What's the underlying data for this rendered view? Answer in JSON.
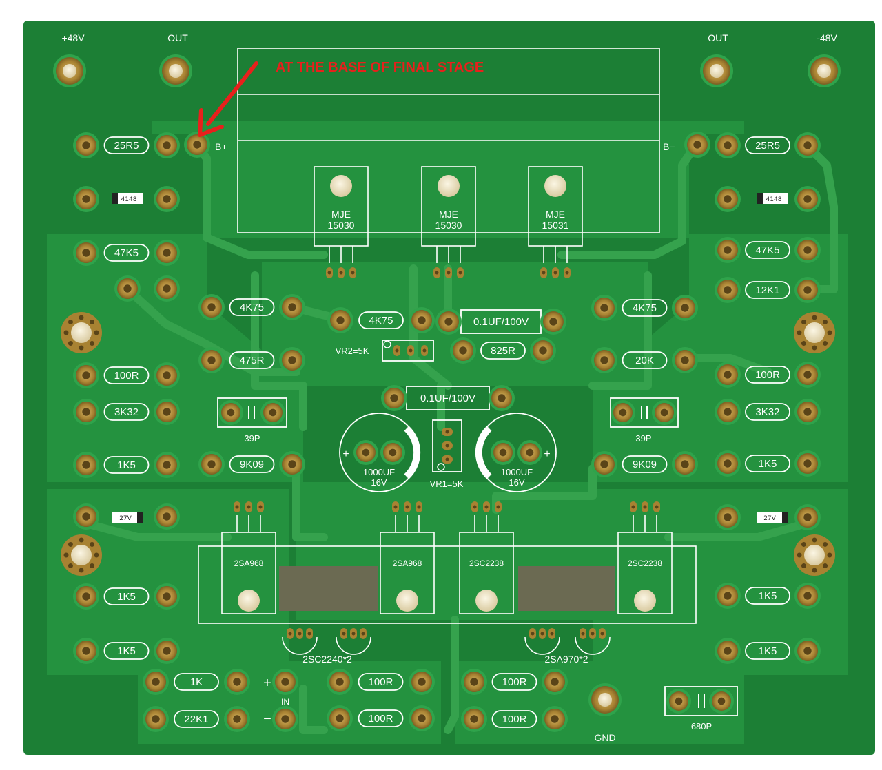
{
  "annotation": {
    "text": "AT THE BASE OF FINAL STAGE",
    "color": "#e8201c"
  },
  "colors": {
    "board": "#1f8a3a",
    "copper": "#2a9a44",
    "trace": "#34a04c",
    "silkscreen": "#ffffff",
    "pad_gold": "#b08a3c",
    "pad_hole": "#f2e8c8"
  },
  "terminals": {
    "plus48v": "+48V",
    "out_left": "OUT",
    "out_right": "OUT",
    "minus48v": "-48V",
    "gnd": "GND",
    "in": "IN",
    "in_plus": "+",
    "in_minus": "−"
  },
  "rails": {
    "b_plus": "B+",
    "b_minus": "B−"
  },
  "transistors": {
    "q_out_1": [
      "MJE",
      "15030"
    ],
    "q_out_2": [
      "MJE",
      "15030"
    ],
    "q_out_3": [
      "MJE",
      "15031"
    ],
    "q_drv_1": "2SA968",
    "q_drv_2": "2SA968",
    "q_drv_3": "2SC2238",
    "q_drv_4": "2SC2238",
    "q_small_left": "2SC2240*2",
    "q_small_right": "2SA970*2"
  },
  "resistors": {
    "r_25r5_l": "25R5",
    "r_25r5_r": "25R5",
    "r_47k5_l": "47K5",
    "r_47k5_r": "47K5",
    "r_12k1": "12K1",
    "r_4k75_l": "4K75",
    "r_4k75_c": "4K75",
    "r_4k75_r": "4K75",
    "r_475r": "475R",
    "r_825r": "825R",
    "r_20k": "20K",
    "r_100r_l": "100R",
    "r_100r_r": "100R",
    "r_3k32_l": "3K32",
    "r_3k32_r": "3K32",
    "r_1k5_l1": "1K5",
    "r_1k5_r1": "1K5",
    "r_9k09_l": "9K09",
    "r_9k09_r": "9K09",
    "r_1k5_l2": "1K5",
    "r_1k5_r2": "1K5",
    "r_1k5_l3": "1K5",
    "r_1k5_r3": "1K5",
    "r_1k": "1K",
    "r_22k1": "22K1",
    "r_100r_b1": "100R",
    "r_100r_b2": "100R",
    "r_100r_b3": "100R",
    "r_100r_b4": "100R"
  },
  "diodes": {
    "d_4148_l": "4148",
    "d_4148_r": "4148",
    "z_27v_l": "27V",
    "z_27v_r": "27V"
  },
  "capacitors": {
    "c_01uf_top": "0.1UF/100V",
    "c_01uf_mid": "0.1UF/100V",
    "c_39p_l": "39P",
    "c_39p_r": "39P",
    "c_1000uf_l": [
      "1000UF",
      "16V"
    ],
    "c_1000uf_r": [
      "1000UF",
      "16V"
    ],
    "c_680p": "680P",
    "cap_plus_l": "+",
    "cap_plus_r": "+"
  },
  "trimmers": {
    "vr1": "VR1=5K",
    "vr2": "VR2=5K"
  }
}
